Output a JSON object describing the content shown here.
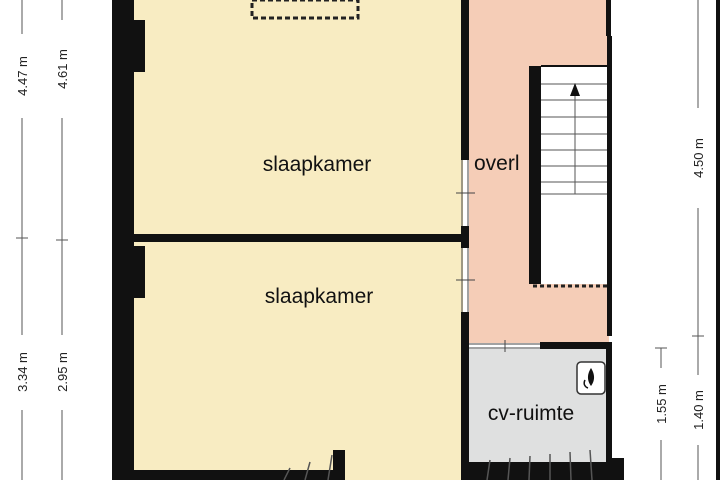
{
  "colors": {
    "bedroom_fill": "#f8ecc2",
    "landing_fill": "#f5cdb7",
    "utility_fill": "#dfe0e0",
    "wall": "#111111",
    "dimension_line": "#555555",
    "background": "#ffffff"
  },
  "rooms": [
    {
      "name": "slaapkamer"
    },
    {
      "name": "slaapkamer"
    },
    {
      "name": "overl"
    },
    {
      "name": "cv-ruimte"
    }
  ],
  "dimensions": {
    "left_outer_top": "4.47 m",
    "left_inner_top": "4.61 m",
    "left_outer_bottom": "3.34 m",
    "left_inner_bottom": "2.95 m",
    "right_outer_top": "4.50 m",
    "right_inner_bottom": "1.55 m",
    "right_outer_bottom": "1.40 m"
  },
  "icons": {
    "stair_arrow": "arrow-up-icon",
    "boiler": "flame-icon"
  }
}
